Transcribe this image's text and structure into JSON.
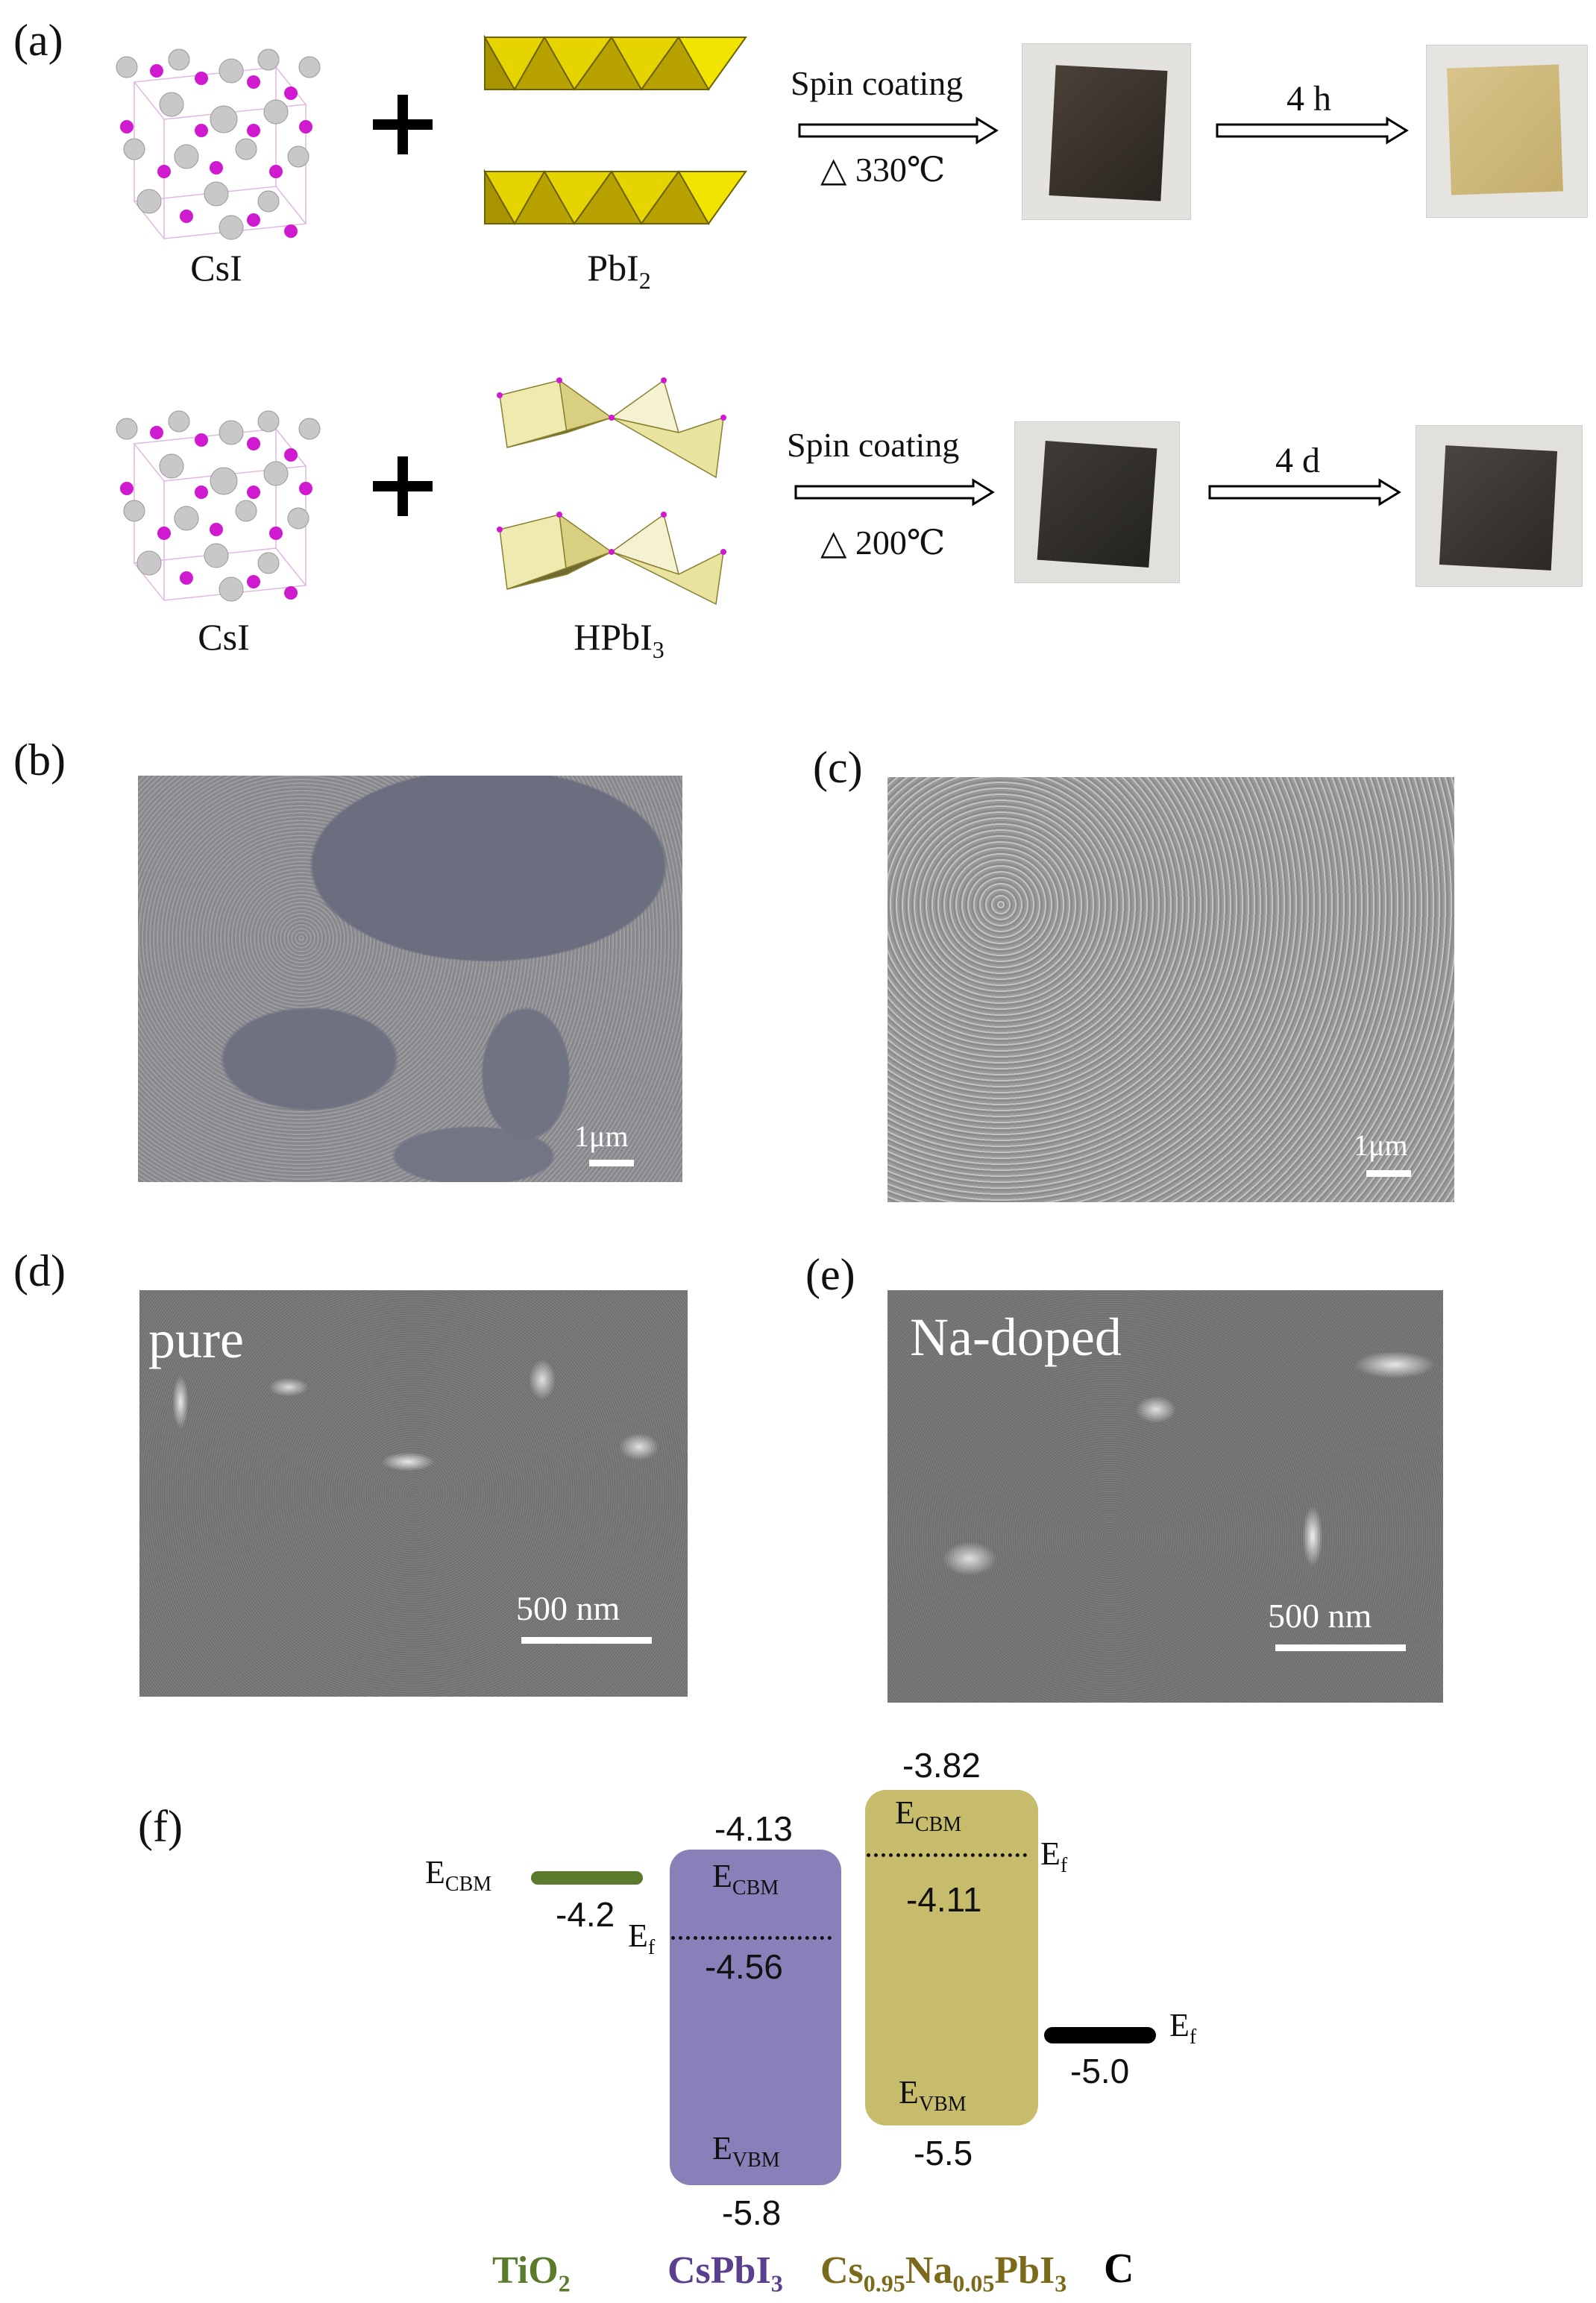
{
  "panel_a": {
    "label": "(a)",
    "row1": {
      "reactant1": "CsI",
      "reactant2": "PbI",
      "reactant2_sub": "2",
      "process_label": "Spin coating",
      "temperature": "△ 330℃",
      "time": "4 h"
    },
    "row2": {
      "reactant1": "CsI",
      "reactant2": "HPbI",
      "reactant2_sub": "3",
      "process_label": "Spin coating",
      "temperature": "△ 200℃",
      "time": "4 d"
    }
  },
  "panel_b": {
    "label": "(b)",
    "scale": "1μm"
  },
  "panel_c": {
    "label": "(c)",
    "scale": "1μm"
  },
  "panel_d": {
    "label": "(d)",
    "overlay": "pure",
    "scale": "500 nm"
  },
  "panel_e": {
    "label": "(e)",
    "overlay": "Na-doped",
    "scale": "500 nm"
  },
  "panel_f": {
    "label": "(f)",
    "tio2": {
      "cbm_label": "E",
      "cbm_sub": "CBM",
      "value": "-4.2",
      "name": "TiO",
      "name_sub": "2",
      "color": "#5a7a2c"
    },
    "cspbi3": {
      "top_value": "-4.13",
      "cbm_label": "E",
      "cbm_sub": "CBM",
      "ef_label": "E",
      "ef_sub": "f",
      "ef_value": "-4.56",
      "vbm_label": "E",
      "vbm_sub": "VBM",
      "bottom_value": "-5.8",
      "name": "CsPbI",
      "name_sub": "3",
      "color": "#8880b8",
      "text_color": "#5b3f8f"
    },
    "csnapbi3": {
      "top_value": "-3.82",
      "cbm_label": "E",
      "cbm_sub": "CBM",
      "ef_label": "E",
      "ef_sub": "f",
      "ef_value": "-4.11",
      "vbm_label": "E",
      "vbm_sub": "VBM",
      "bottom_value": "-5.5",
      "name_a": "Cs",
      "name_a_sub": "0.95",
      "name_b": "Na",
      "name_b_sub": "0.05",
      "name_c": "PbI",
      "name_c_sub": "3",
      "color": "#c6bc6c",
      "text_color": "#7a6a1a"
    },
    "carbon": {
      "ef_label": "E",
      "ef_sub": "f",
      "value": "-5.0",
      "name": "C",
      "color": "#000000"
    }
  }
}
